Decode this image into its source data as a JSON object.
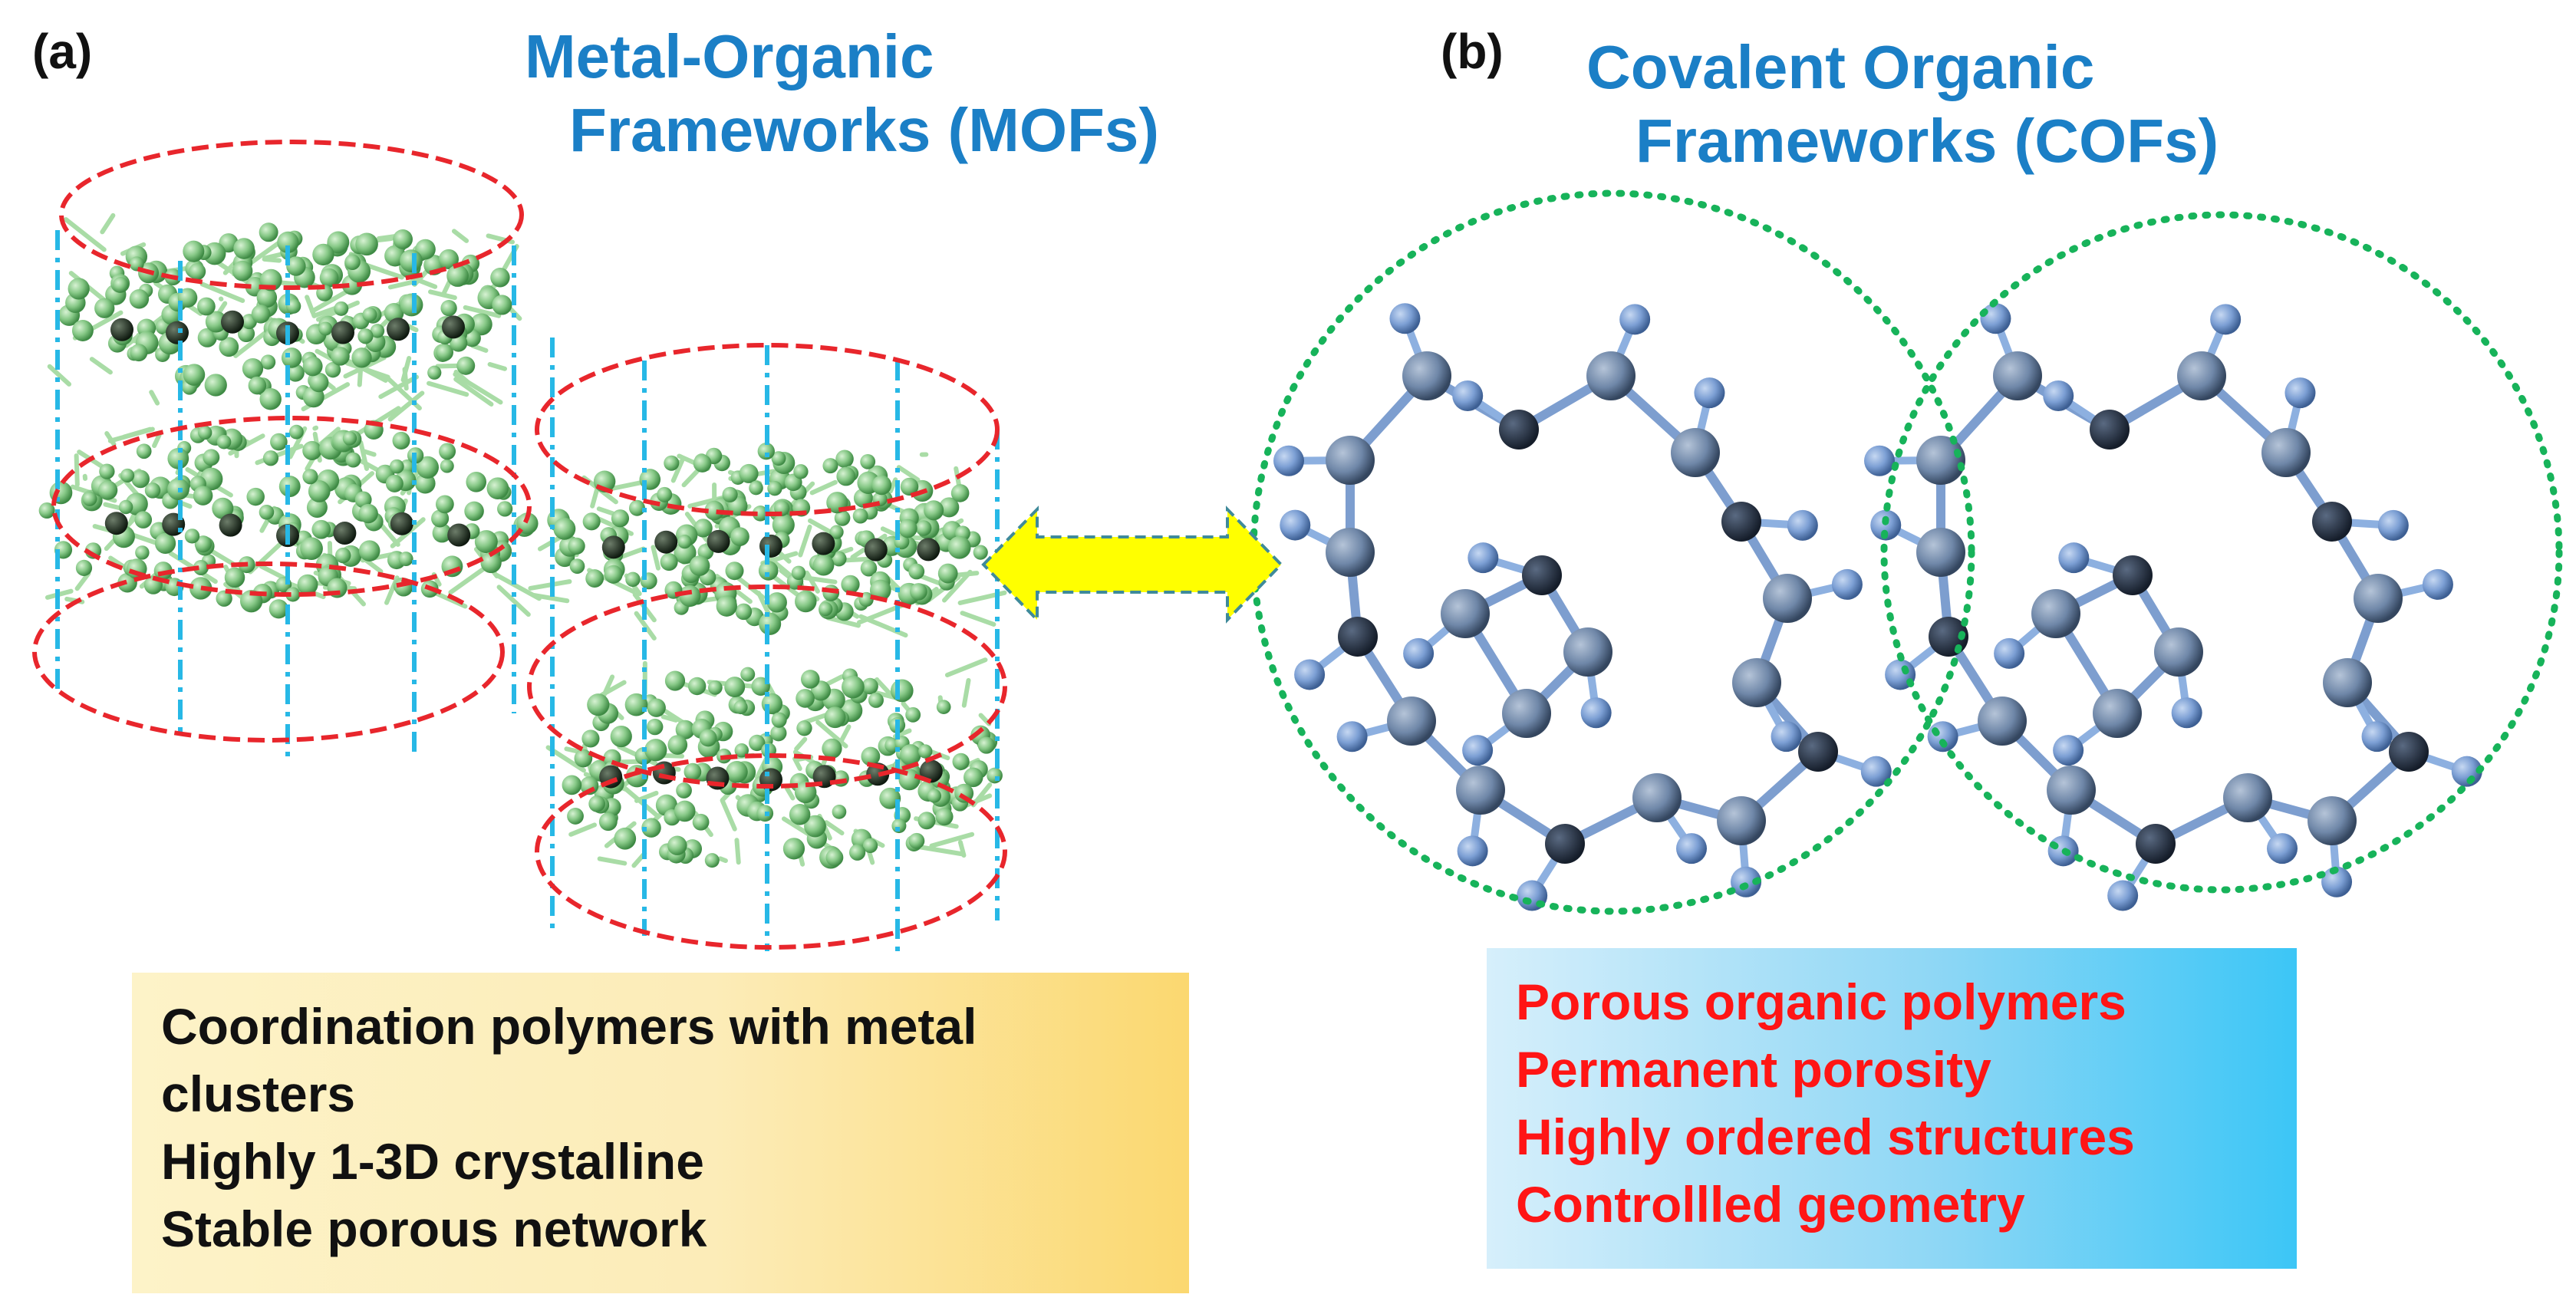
{
  "panels": {
    "a": {
      "label": "(a)",
      "title_lines": [
        "Metal-Organic",
        "Frameworks (MOFs)"
      ],
      "text_lines": [
        "Coordination polymers with metal",
        "clusters",
        "Highly 1-3D crystalline",
        "Stable porous network"
      ]
    },
    "b": {
      "label": "(b)",
      "title_lines": [
        "Covalent Organic",
        "Frameworks (COFs)"
      ],
      "text_lines": [
        "Porous organic polymers",
        "Permanent porosity",
        "Highly ordered structures",
        "Controllled geometry"
      ]
    }
  },
  "colors": {
    "title_blue": "#1b7fc6",
    "mof_atom": "#8cc98c",
    "mof_metal": "#1e2a1e",
    "mof_ellipse": "#e8262c",
    "mof_axis": "#27b8e6",
    "cof_atom": "#7c9fd4",
    "cof_node": "#243248",
    "cof_circle": "#17b35a",
    "arrow": "#ffff00",
    "cof_text": "#ff1515"
  },
  "icons": {
    "arrow": "double-headed-arrow",
    "mof": "mof-crystal-structure",
    "cof": "cof-ring-structure"
  }
}
